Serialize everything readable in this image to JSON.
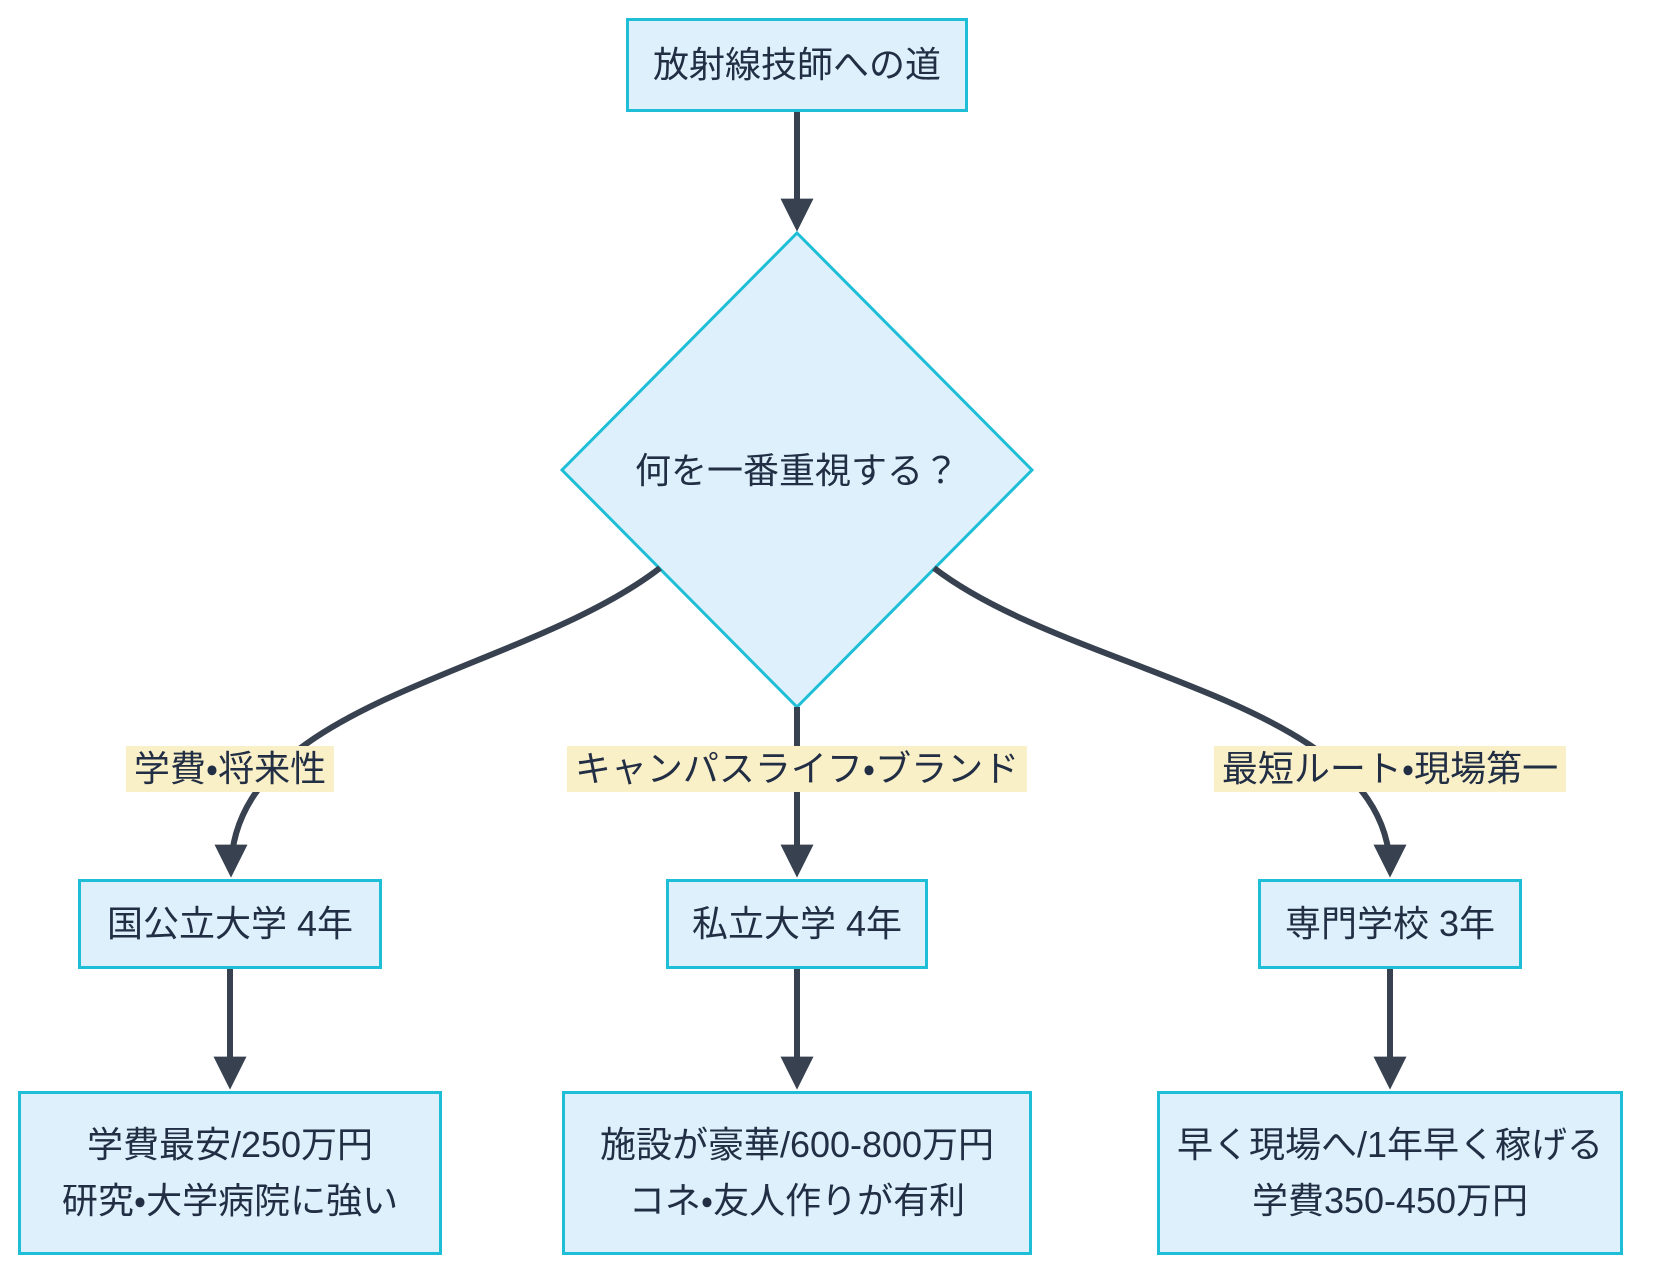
{
  "diagram": {
    "type": "flowchart",
    "title_node": {
      "label": "放射線技師への道"
    },
    "decision_node": {
      "label": "何を一番重視する？"
    },
    "branches": [
      {
        "edge_label": "学費・将来性",
        "option_node": "国公立大学 4年",
        "outcome_lines": [
          "学費最安/250万円",
          "研究・大学病院に強い"
        ]
      },
      {
        "edge_label": "キャンパスライフ・ブランド",
        "option_node": "私立大学 4年",
        "outcome_lines": [
          "施設が豪華/600-800万円",
          "コネ・友人作りが有利"
        ]
      },
      {
        "edge_label": "最短ルート・現場第一",
        "option_node": "専門学校 3年",
        "outcome_lines": [
          "早く現場へ/1年早く稼げる",
          "学費350-450万円"
        ]
      }
    ],
    "colors": {
      "background": "#ffffff",
      "node_fill": "#def0fc",
      "node_border": "#1ebed7",
      "edge_stroke": "#37414f",
      "text": "#212e44",
      "edge_label_bg": "#faf0c8"
    }
  }
}
